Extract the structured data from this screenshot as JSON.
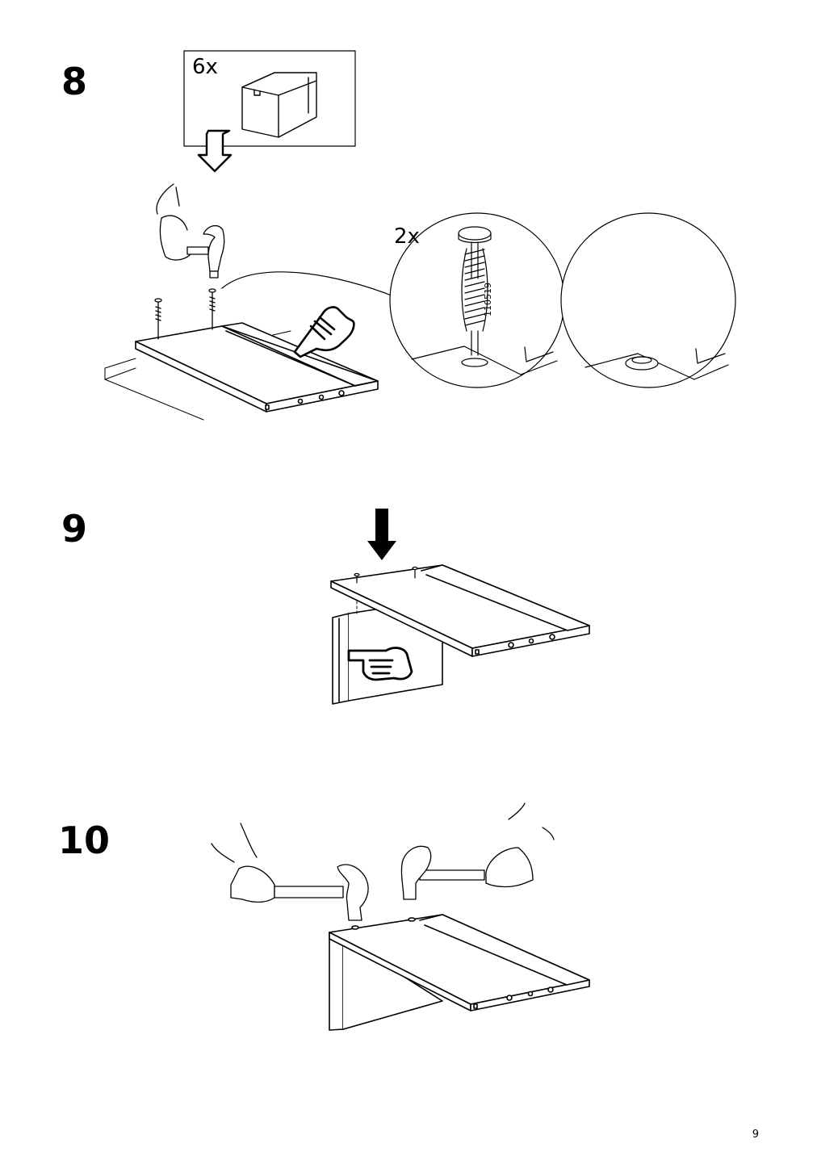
{
  "steps": [
    {
      "number": "8",
      "inset_quantity": "6x",
      "detail_quantity": "2x",
      "part_code": "110519"
    },
    {
      "number": "9"
    },
    {
      "number": "10"
    }
  ],
  "page_number": "9",
  "icons": [
    "drawer-box-icon",
    "hollow-down-arrow-icon",
    "hammer-hand-icon",
    "pointing-hand-icon",
    "solid-down-arrow-icon",
    "screw-detail-icon"
  ]
}
